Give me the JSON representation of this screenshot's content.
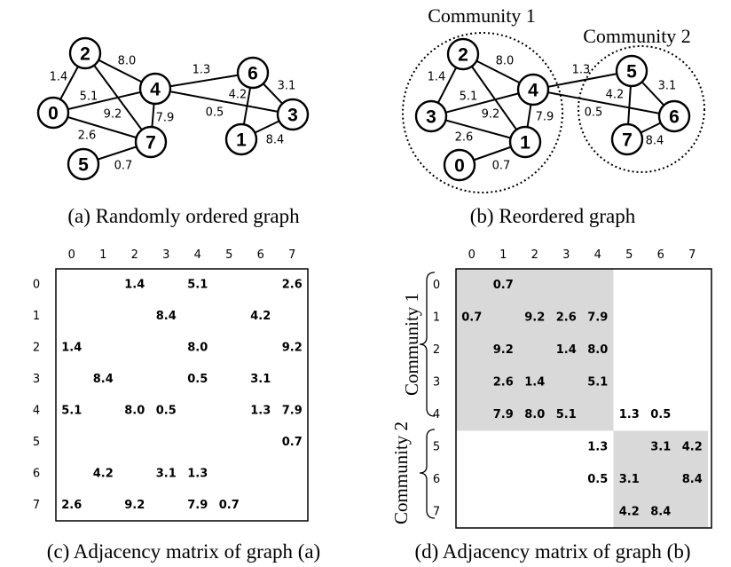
{
  "graph_a": {
    "caption": "(a) Randomly ordered graph",
    "nodes": [
      "0",
      "1",
      "2",
      "3",
      "4",
      "5",
      "6",
      "7"
    ],
    "edges": [
      {
        "from": "0",
        "to": "2",
        "weight": "1.4"
      },
      {
        "from": "0",
        "to": "4",
        "weight": "5.1"
      },
      {
        "from": "0",
        "to": "7",
        "weight": "2.6"
      },
      {
        "from": "2",
        "to": "4",
        "weight": "8.0"
      },
      {
        "from": "2",
        "to": "7",
        "weight": "9.2"
      },
      {
        "from": "4",
        "to": "7",
        "weight": "7.9"
      },
      {
        "from": "4",
        "to": "6",
        "weight": "1.3"
      },
      {
        "from": "4",
        "to": "3",
        "weight": "0.5"
      },
      {
        "from": "6",
        "to": "3",
        "weight": "3.1"
      },
      {
        "from": "6",
        "to": "1",
        "weight": "4.2"
      },
      {
        "from": "1",
        "to": "3",
        "weight": "8.4"
      },
      {
        "from": "5",
        "to": "7",
        "weight": "0.7"
      }
    ]
  },
  "graph_b": {
    "caption": "(b) Reordered graph",
    "community_1_label": "Community 1",
    "community_2_label": "Community 2",
    "nodes": [
      "0",
      "1",
      "2",
      "3",
      "4",
      "5",
      "6",
      "7"
    ],
    "edges": [
      {
        "from": "3",
        "to": "2",
        "weight": "1.4"
      },
      {
        "from": "3",
        "to": "4",
        "weight": "5.1"
      },
      {
        "from": "3",
        "to": "1",
        "weight": "2.6"
      },
      {
        "from": "2",
        "to": "4",
        "weight": "8.0"
      },
      {
        "from": "2",
        "to": "1",
        "weight": "9.2"
      },
      {
        "from": "4",
        "to": "1",
        "weight": "7.9"
      },
      {
        "from": "4",
        "to": "5",
        "weight": "1.3"
      },
      {
        "from": "4",
        "to": "6",
        "weight": "0.5"
      },
      {
        "from": "5",
        "to": "6",
        "weight": "3.1"
      },
      {
        "from": "5",
        "to": "7",
        "weight": "4.2"
      },
      {
        "from": "7",
        "to": "6",
        "weight": "8.4"
      },
      {
        "from": "0",
        "to": "1",
        "weight": "0.7"
      }
    ]
  },
  "matrix_c": {
    "caption": "(c) Adjacency matrix of graph (a)",
    "labels": [
      "0",
      "1",
      "2",
      "3",
      "4",
      "5",
      "6",
      "7"
    ],
    "rows": [
      [
        "",
        "",
        "1.4",
        "",
        "5.1",
        "",
        "",
        "2.6"
      ],
      [
        "",
        "",
        "",
        "8.4",
        "",
        "",
        "4.2",
        ""
      ],
      [
        "1.4",
        "",
        "",
        "",
        "8.0",
        "",
        "",
        "9.2"
      ],
      [
        "",
        "8.4",
        "",
        "",
        "0.5",
        "",
        "3.1",
        ""
      ],
      [
        "5.1",
        "",
        "8.0",
        "0.5",
        "",
        "",
        "1.3",
        "7.9"
      ],
      [
        "",
        "",
        "",
        "",
        "",
        "",
        "",
        "0.7"
      ],
      [
        "",
        "4.2",
        "",
        "3.1",
        "1.3",
        "",
        "",
        ""
      ],
      [
        "2.6",
        "",
        "9.2",
        "",
        "7.9",
        "0.7",
        "",
        ""
      ]
    ]
  },
  "matrix_d": {
    "caption": "(d) Adjacency matrix of graph (b)",
    "community_1_label": "Community 1",
    "community_2_label": "Community 2",
    "labels": [
      "0",
      "1",
      "2",
      "3",
      "4",
      "5",
      "6",
      "7"
    ],
    "rows": [
      [
        "",
        "0.7",
        "",
        "",
        "",
        "",
        "",
        ""
      ],
      [
        "0.7",
        "",
        "9.2",
        "2.6",
        "7.9",
        "",
        "",
        ""
      ],
      [
        "",
        "9.2",
        "",
        "1.4",
        "8.0",
        "",
        "",
        ""
      ],
      [
        "",
        "2.6",
        "1.4",
        "",
        "5.1",
        "",
        "",
        ""
      ],
      [
        "",
        "7.9",
        "8.0",
        "5.1",
        "",
        "1.3",
        "0.5",
        ""
      ],
      [
        "",
        "",
        "",
        "",
        "1.3",
        "",
        "3.1",
        "4.2"
      ],
      [
        "",
        "",
        "",
        "",
        "0.5",
        "3.1",
        "",
        "8.4"
      ],
      [
        "",
        "",
        "",
        "",
        "",
        "4.2",
        "8.4",
        ""
      ]
    ],
    "shaded_blocks": [
      {
        "community": "Community 1",
        "from": 0,
        "to": 4
      },
      {
        "community": "Community 2",
        "from": 5,
        "to": 7
      }
    ],
    "shade_color": "#d9d9d9"
  }
}
